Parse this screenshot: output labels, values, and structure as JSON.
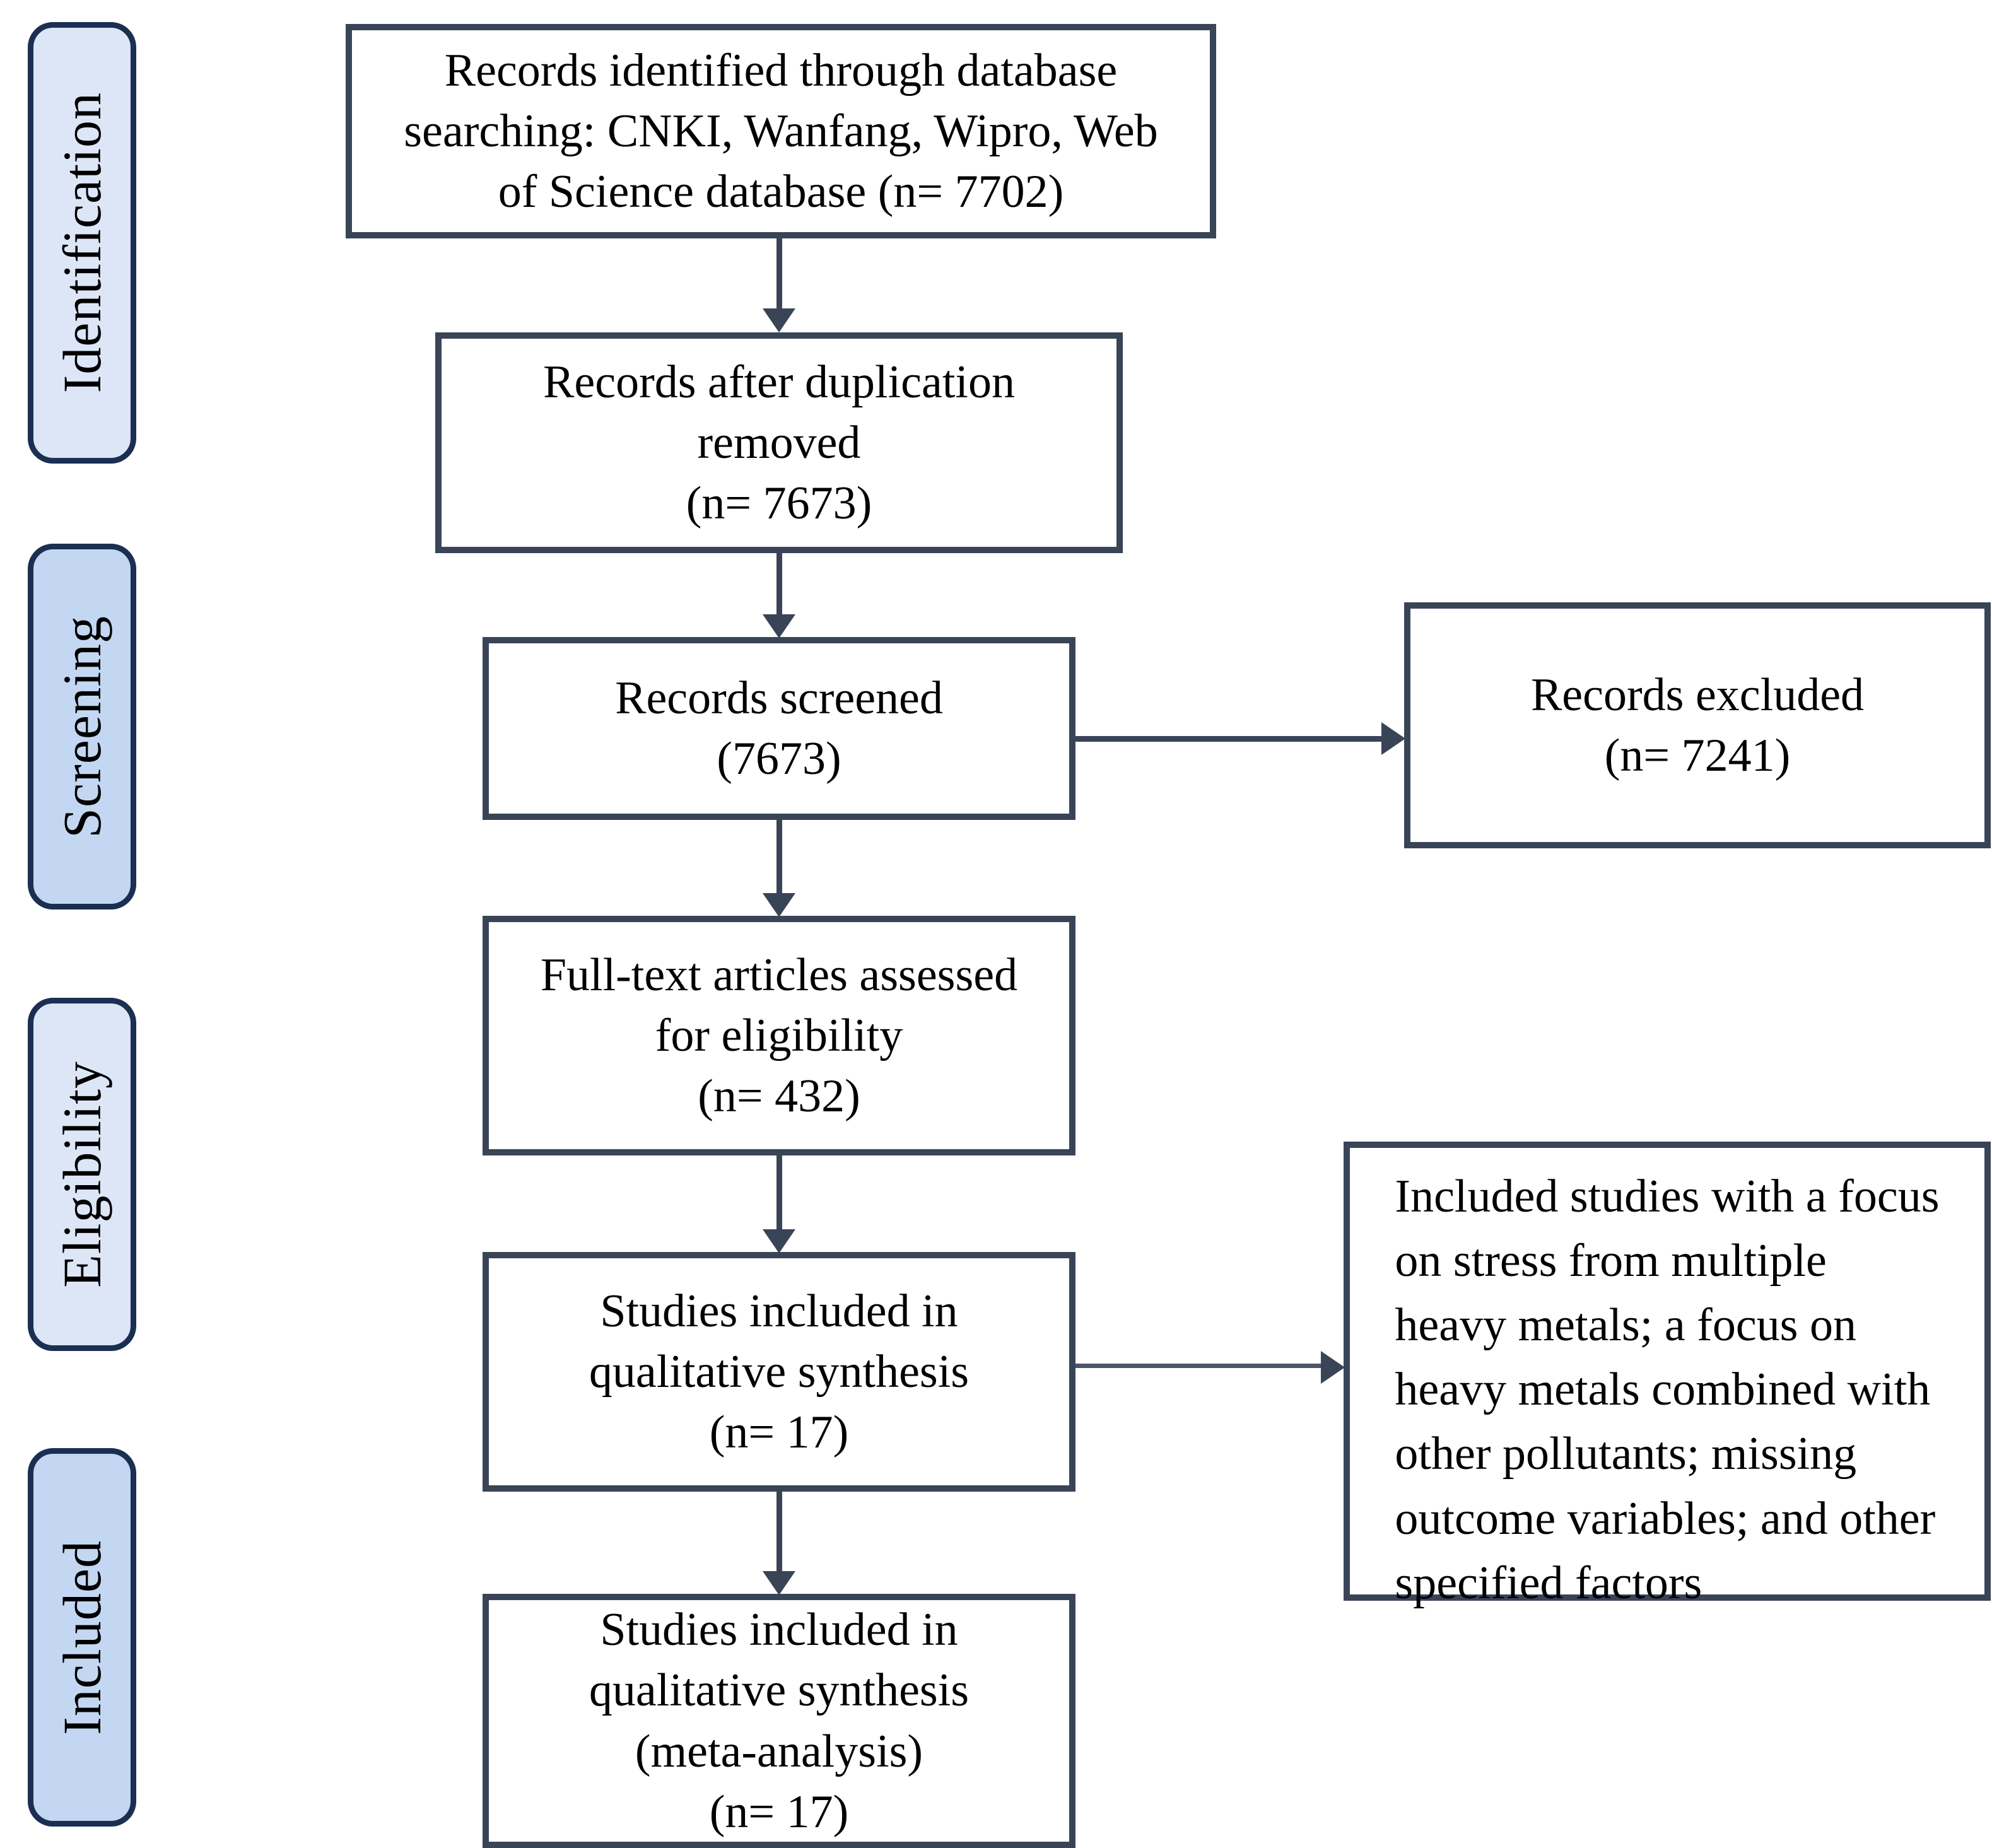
{
  "diagram": {
    "type": "prisma-flow-diagram",
    "title": "PRISMA study selection flow diagram",
    "colors": {
      "box_border": "#3a4457",
      "box_fill": "#ffffff",
      "stage_border": "#1b2f52",
      "stage_fill_light": "#dce6f7",
      "stage_fill_mid": "#c3d7f2",
      "connector": "#3a4457",
      "text": "#000000"
    }
  },
  "stages": [
    {
      "id": "identification",
      "label": "Identification",
      "fill": "#dce6f7"
    },
    {
      "id": "screening",
      "label": "Screening",
      "fill": "#c3d7f2"
    },
    {
      "id": "eligibility",
      "label": "Eligibility",
      "fill": "#dce6f7"
    },
    {
      "id": "included",
      "label": "Included",
      "fill": "#c3d7f2"
    }
  ],
  "boxes": {
    "identified": {
      "id": "records-identified",
      "text": "Records identified through database\nsearching: CNKI, Wanfang, Wipro, Web\nof Science database (n= 7702)",
      "count": 7702,
      "count_label": "(n= 7702)",
      "align": "center"
    },
    "after_dedup": {
      "id": "records-after-duplication-removed",
      "text": "Records after duplication\nremoved\n(n= 7673)",
      "count": 7673,
      "count_label": "(n= 7673)",
      "align": "center"
    },
    "screened": {
      "id": "records-screened",
      "text": "Records screened\n(7673)",
      "count": 7673,
      "count_label": "(7673)",
      "align": "center"
    },
    "excluded": {
      "id": "records-excluded",
      "text": "Records excluded\n(n= 7241)",
      "count": 7241,
      "count_label": "(n= 7241)",
      "align": "center"
    },
    "fulltext": {
      "id": "full-text-articles-assessed",
      "text": "Full-text articles assessed\nfor eligibility\n(n= 432)",
      "count": 432,
      "count_label": "(n= 432)",
      "align": "center"
    },
    "qualitative": {
      "id": "studies-included-qualitative-synthesis",
      "text": "Studies included in\nqualitative synthesis\n(n= 17)",
      "count": 17,
      "count_label": "(n= 17)",
      "align": "center"
    },
    "exclusion_reasons": {
      "id": "exclusion-reasons",
      "text": "Included studies with a focus\non stress from multiple\nheavy metals; a focus on\nheavy metals combined with\nother pollutants; missing\noutcome variables; and other\nspecified factors",
      "align": "left"
    },
    "meta": {
      "id": "studies-included-meta-analysis",
      "text": "Studies included in\nqualitative synthesis\n(meta-analysis)\n(n= 17)",
      "count": 17,
      "count_label": "(n= 17)",
      "align": "center"
    }
  },
  "flow_data": {
    "records_identified": 7702,
    "records_after_duplication_removed": 7673,
    "records_screened": 7673,
    "records_excluded": 7241,
    "full_text_assessed": 432,
    "studies_qualitative_synthesis": 17,
    "studies_meta_analysis": 17
  }
}
